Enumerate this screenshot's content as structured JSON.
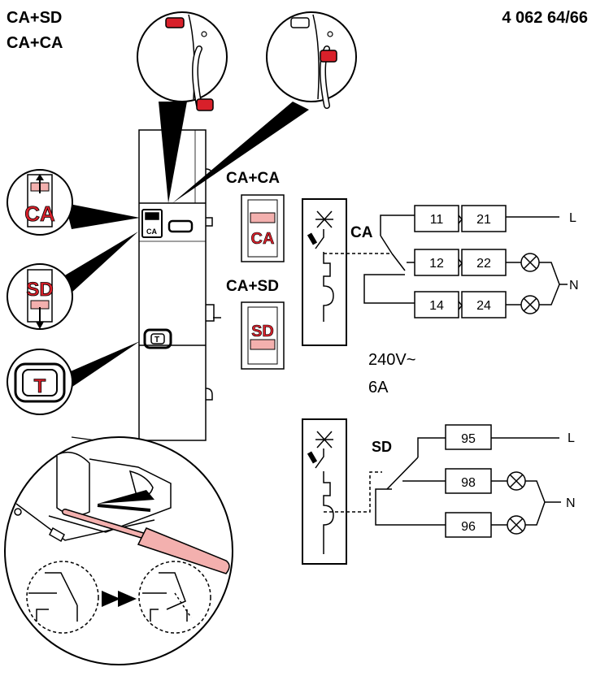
{
  "header": {
    "title_line1": "CA+SD",
    "title_line2": "CA+CA",
    "reference": "4 062 64/66"
  },
  "module": {
    "ca_label": "CA",
    "sd_label": "SD",
    "t_label": "T"
  },
  "config": {
    "ca_ca_label": "CA+CA",
    "ca_sd_label": "CA+SD"
  },
  "ca_circuit": {
    "label": "CA",
    "terminals": [
      "11",
      "21",
      "12",
      "22",
      "14",
      "24"
    ],
    "line_label": "L",
    "neutral_label": "N"
  },
  "rating": {
    "voltage": "240V~",
    "current": "6A"
  },
  "sd_circuit": {
    "label": "SD",
    "terminals": [
      "95",
      "98",
      "96"
    ],
    "line_label": "L",
    "neutral_label": "N"
  },
  "colors": {
    "accent_red": "#d8202a",
    "pink": "#f3b0ae",
    "line": "#000000"
  }
}
